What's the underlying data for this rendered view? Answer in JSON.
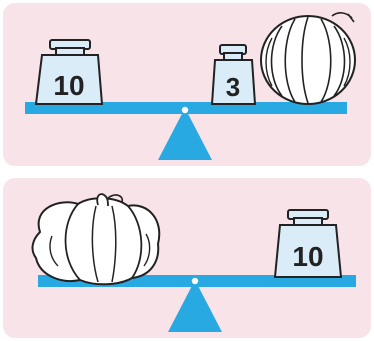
{
  "scene_top": {
    "left_weight_label": "10",
    "right_weight_label": "3",
    "right_object": "watermelon"
  },
  "scene_bottom": {
    "left_object": "pumpkin",
    "right_weight_label": "10"
  },
  "colors": {
    "panel_background": "#f8e3e8",
    "balance_blue": "#29a9e1",
    "weight_fill": "#d9ecf8",
    "outline": "#222222"
  },
  "icons": [
    "balance-scale-icon",
    "weight-icon",
    "watermelon-icon",
    "pumpkin-icon"
  ]
}
